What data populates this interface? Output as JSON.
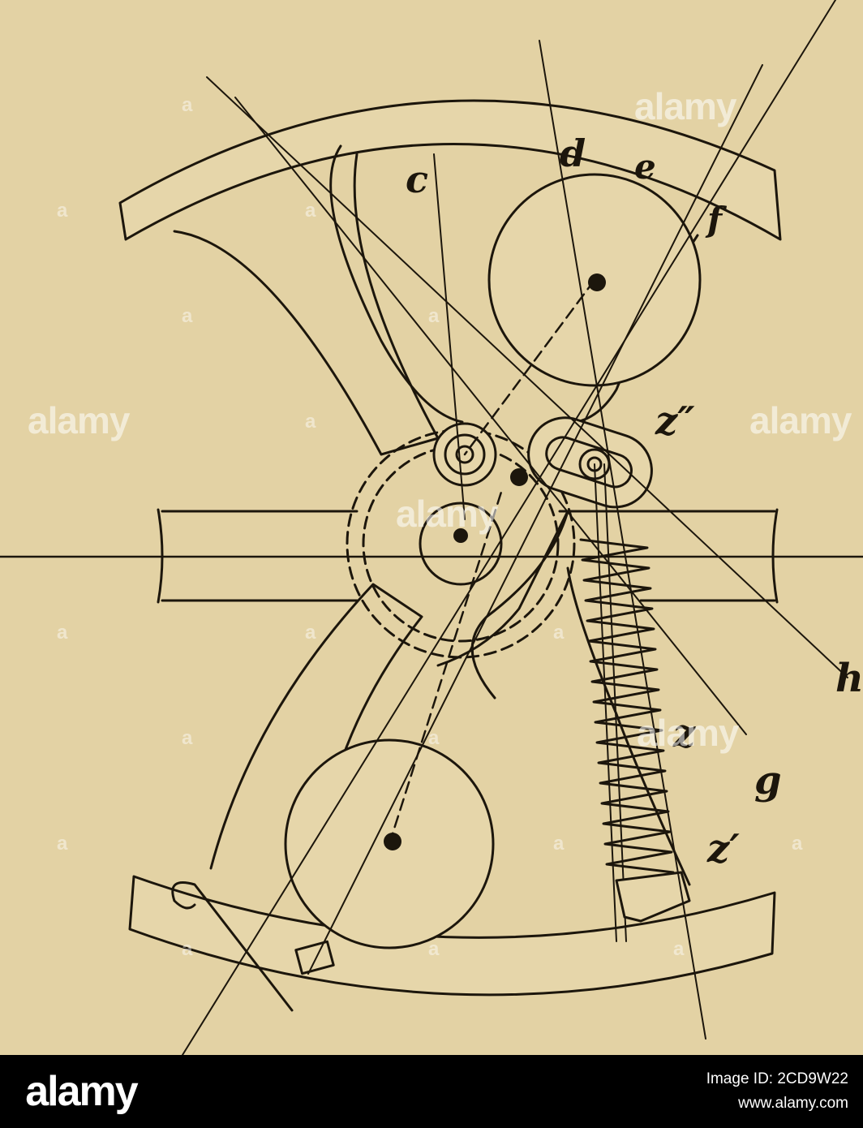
{
  "figure": {
    "labels": {
      "c": "c",
      "d": "d",
      "e": "e",
      "f": "f",
      "z2": "z″",
      "h": "h",
      "z": "z",
      "g": "g",
      "z1": "z′"
    }
  },
  "watermark": {
    "word": "alamy",
    "letter": "a"
  },
  "footer": {
    "logo": "alamy",
    "image_id": "Image ID: 2CD9W22",
    "url": "www.alamy.com"
  },
  "colors": {
    "paper": "#e3d2a4",
    "ink": "#1c160c",
    "footer_bg": "#000000",
    "footer_text": "#ffffff"
  }
}
